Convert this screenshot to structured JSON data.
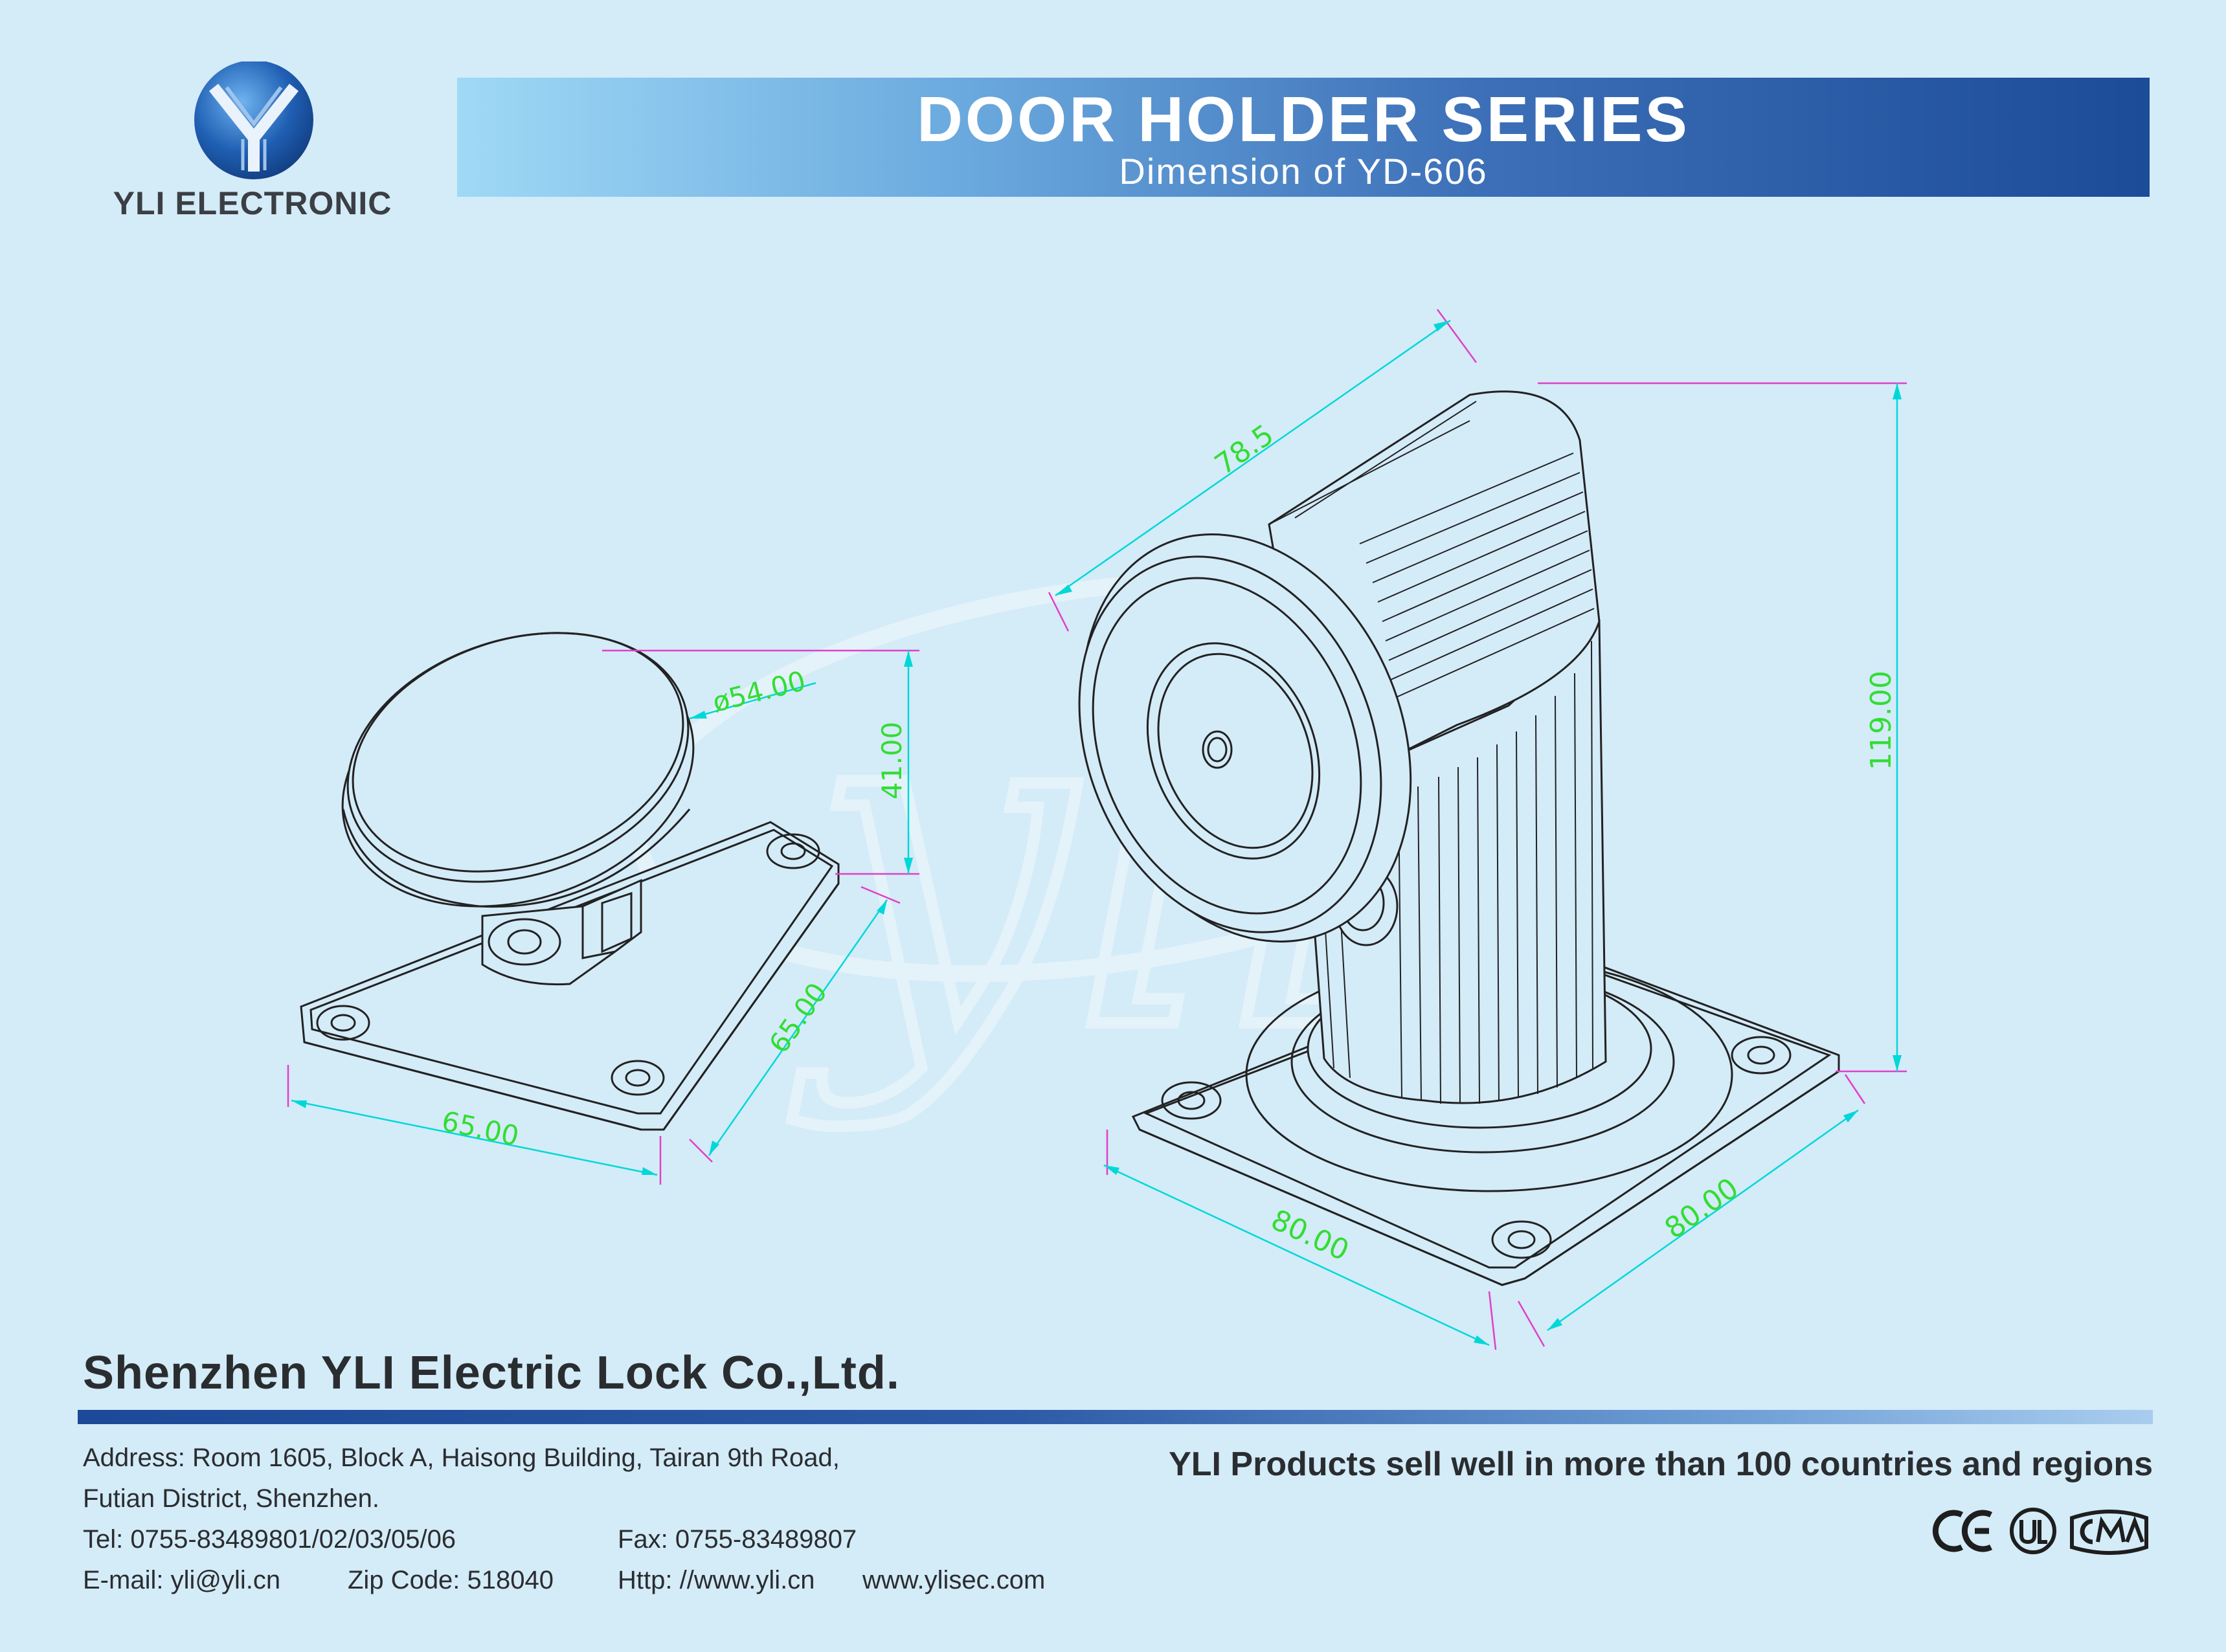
{
  "brand": {
    "logo_text": "YLI ELECTRONIC"
  },
  "header": {
    "title": "DOOR HOLDER SERIES",
    "subtitle": "Dimension of YD-606"
  },
  "watermark": {
    "text": "yli"
  },
  "drawing": {
    "armature_plate": {
      "diameter": "ø54.00",
      "height": "41.00",
      "base_width": "65.00",
      "base_depth": "65.00"
    },
    "holder": {
      "length": "78.5",
      "height": "119.00",
      "base_width": "80.00",
      "base_depth": "80.00"
    }
  },
  "footer": {
    "company": "Shenzhen YLI Electric Lock Co.,Ltd.",
    "address_line1": "Address: Room 1605, Block A, Haisong Building, Tairan 9th Road,",
    "address_line2": "Futian District, Shenzhen.",
    "tel": "Tel: 0755-83489801/02/03/05/06",
    "fax": "Fax: 0755-83489807",
    "email": "E-mail: yli@yli.cn",
    "zip": "Zip Code: 518040",
    "http": "Http: //www.yli.cn",
    "website": "www.ylisec.com",
    "slogan": "YLI Products sell well in more than 100 countries and regions"
  },
  "certifications": [
    "CE",
    "UL",
    "CMA"
  ],
  "colors": {
    "background": "#d4ebf8",
    "header_dark": "#1c4b97",
    "header_light": "#9fd9f6",
    "dimension_line": "#00d8d8",
    "dimension_text": "#33dd33",
    "extension_line": "#e040c8",
    "outline": "#222222"
  }
}
